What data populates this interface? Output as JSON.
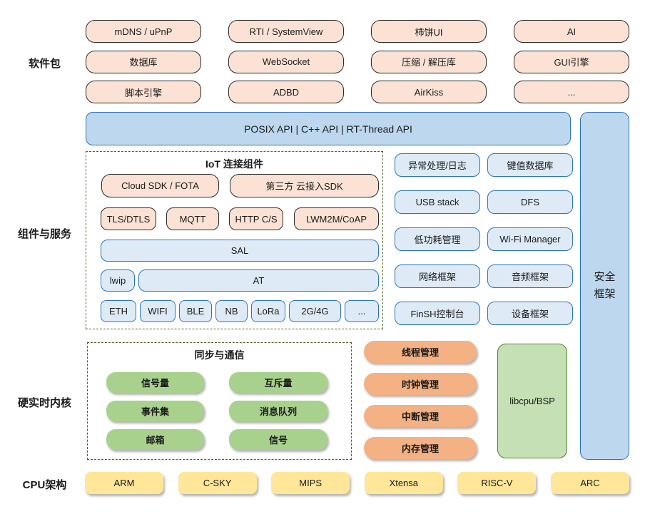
{
  "sections": {
    "packages": "软件包",
    "components": "组件与服务",
    "kernel": "硬实时内核",
    "cpu": "CPU架构"
  },
  "pkg": {
    "items": [
      "mDNS / uPnP",
      "RTI / SystemView",
      "柿饼UI",
      "AI",
      "数据库",
      "WebSocket",
      "压缩 / 解压库",
      "GUI引擎",
      "脚本引擎",
      "ADBD",
      "AirKiss",
      "..."
    ]
  },
  "api_banner": "POSIX API   |   C++ API   |   RT-Thread API",
  "security": {
    "l1": "安全",
    "l2": "框架"
  },
  "iot": {
    "title": "IoT 连接组件",
    "cloud": [
      "Cloud SDK / FOTA",
      "第三方 云接入SDK"
    ],
    "protocols": [
      "TLS/DTLS",
      "MQTT",
      "HTTP C/S",
      "LWM2M/CoAP"
    ],
    "sal": "SAL",
    "lwip": "lwip",
    "at": "AT",
    "links": [
      "ETH",
      "WIFI",
      "BLE",
      "NB",
      "LoRa",
      "2G/4G",
      "..."
    ]
  },
  "services": {
    "items": [
      "异常处理/日志",
      "键值数据库",
      "USB stack",
      "DFS",
      "低功耗管理",
      "Wi-Fi Manager",
      "网络框架",
      "音频框架",
      "FinSH控制台",
      "设备框架"
    ]
  },
  "sync": {
    "title": "同步与通信",
    "items": [
      "信号量",
      "互斥量",
      "事件集",
      "消息队列",
      "邮箱",
      "信号"
    ]
  },
  "kernel": {
    "items": [
      "线程管理",
      "时钟管理",
      "中断管理",
      "内存管理"
    ]
  },
  "libcpu": "libcpu/BSP",
  "cpu": {
    "items": [
      "ARM",
      "C-SKY",
      "MIPS",
      "Xtensa",
      "RISC-V",
      "ARC"
    ]
  },
  "colors": {
    "peach_fill": "#FBE2D5",
    "blue_light_fill": "#DEEAF6",
    "blue_mid_fill": "#BDD7EE",
    "blue_border": "#2E74B5",
    "green_pill_fill": "#A9D18E",
    "green_box_fill": "#C5E0B4",
    "green_border": "#538135",
    "orange_fill": "#F4B183",
    "yellow_fill": "#FFE699",
    "dash_border": "#4f6228"
  }
}
